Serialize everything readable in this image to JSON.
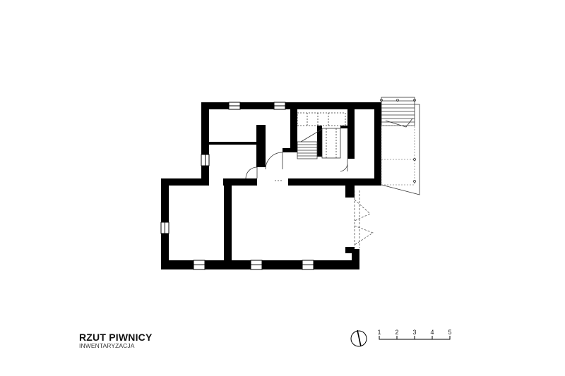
{
  "drawing": {
    "title": "RZUT PIWNICY",
    "subtitle": "INWENTARYZACJA"
  },
  "scale_bar": {
    "ticks": [
      "1",
      "2",
      "3",
      "4",
      "5"
    ]
  },
  "colors": {
    "wall": "#000000",
    "line": "#333333",
    "dashed": "#888888",
    "background": "#ffffff"
  }
}
